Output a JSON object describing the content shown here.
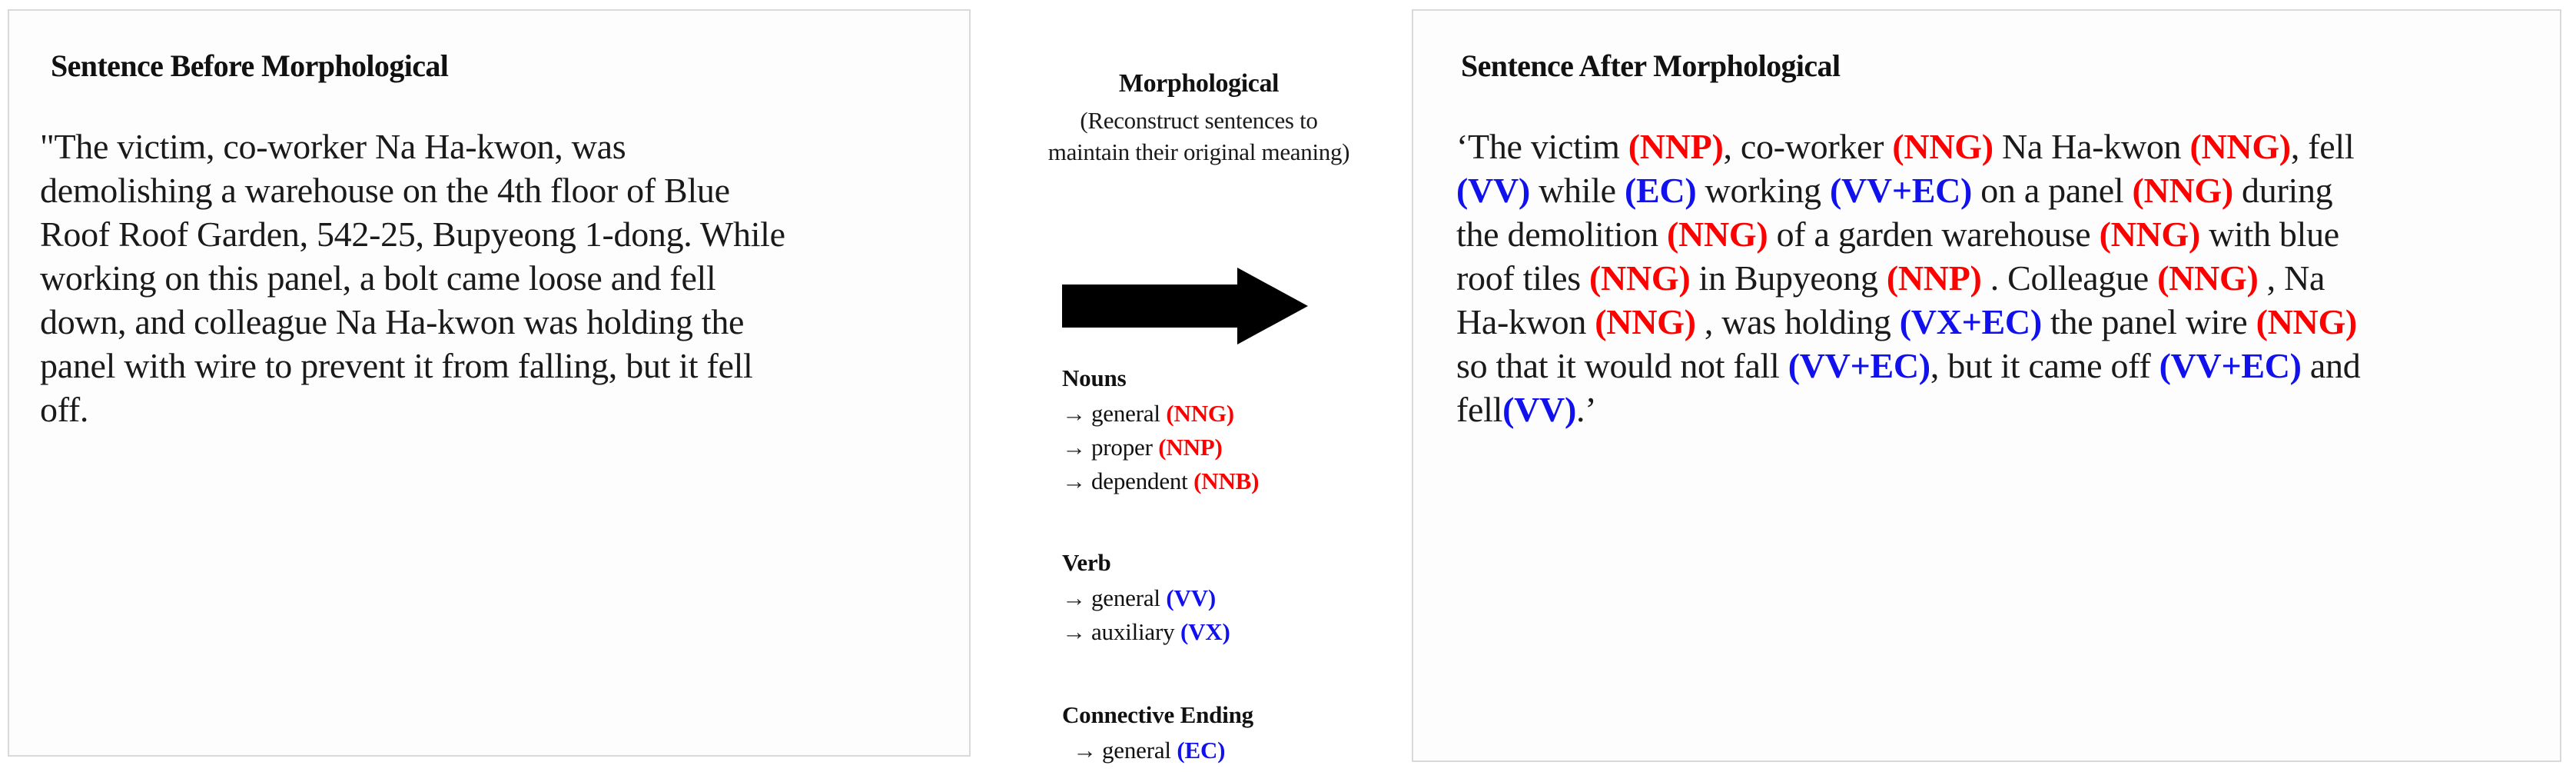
{
  "panel_before": {
    "heading": "Sentence Before Morphological",
    "lines": [
      "\"The victim, co-worker  Na Ha-kwon, was",
      "demolishing  a warehouse on the 4th floor of Blue",
      "Roof Roof Garden, 542-25, Bupyeong 1-dong. While",
      "working on this panel, a bolt came loose and fell",
      "down, and colleague Na Ha-kwon was holding the",
      "panel with wire to prevent it from falling, but it fell",
      "off."
    ],
    "full_text": "\"The victim, co-worker  Na Ha-kwon, was demolishing  a warehouse on the 4th floor of Blue Roof Roof Garden, 542-25, Bupyeong 1-dong. While working on this panel, a bolt came loose and fell down, and colleague Na Ha-kwon was holding the panel with wire to prevent it from falling, but it fell off."
  },
  "middle": {
    "title": "Morphological",
    "subtitle": "(Reconstruct sentences to maintain their original meaning)",
    "arrow_icon": "right-arrow-icon",
    "legend": [
      {
        "title": "Nouns",
        "items": [
          {
            "arrow": "→",
            "label": "general",
            "tag": "(NNG)",
            "tag_color": "#ff0000"
          },
          {
            "arrow": "→",
            "label": "proper",
            "tag": "(NNP)",
            "tag_color": "#ff0000"
          },
          {
            "arrow": "→",
            "label": "dependent",
            "tag": "(NNB)",
            "tag_color": "#ff0000"
          }
        ]
      },
      {
        "title": "Verb",
        "items": [
          {
            "arrow": "→",
            "label": "general",
            "tag": "(VV)",
            "tag_color": "#1111ee"
          },
          {
            "arrow": "→",
            "label": "auxiliary",
            "tag": "(VX)",
            "tag_color": "#1111ee"
          }
        ]
      },
      {
        "title": "Connective Ending",
        "items": [
          {
            "arrow": "→",
            "label": "general",
            "tag": "(EC)",
            "tag_color": "#1111ee"
          }
        ]
      }
    ]
  },
  "panel_after": {
    "heading": "Sentence After Morphological",
    "lines": [
      [
        {
          "t": "‘The victim ",
          "c": "plain"
        },
        {
          "t": "(NNP)",
          "c": "noun"
        },
        {
          "t": ", co-worker ",
          "c": "plain"
        },
        {
          "t": "(NNG)",
          "c": "noun"
        },
        {
          "t": " Na Ha-kwon ",
          "c": "plain"
        },
        {
          "t": "(NNG)",
          "c": "noun"
        },
        {
          "t": ", fell",
          "c": "plain"
        }
      ],
      [
        {
          "t": "(VV)",
          "c": "verb"
        },
        {
          "t": " while ",
          "c": "plain"
        },
        {
          "t": "(EC)",
          "c": "verb"
        },
        {
          "t": " working ",
          "c": "plain"
        },
        {
          "t": "(VV+EC)",
          "c": "verb"
        },
        {
          "t": " on a panel ",
          "c": "plain"
        },
        {
          "t": "(NNG)",
          "c": "noun"
        },
        {
          "t": " during",
          "c": "plain"
        }
      ],
      [
        {
          "t": "the demolition ",
          "c": "plain"
        },
        {
          "t": "(NNG)",
          "c": "noun"
        },
        {
          "t": " of a garden warehouse ",
          "c": "plain"
        },
        {
          "t": "(NNG)",
          "c": "noun"
        },
        {
          "t": " with blue",
          "c": "plain"
        }
      ],
      [
        {
          "t": "roof tiles ",
          "c": "plain"
        },
        {
          "t": "(NNG)",
          "c": "noun"
        },
        {
          "t": " in Bupyeong ",
          "c": "plain"
        },
        {
          "t": "(NNP)",
          "c": "noun"
        },
        {
          "t": " . Colleague ",
          "c": "plain"
        },
        {
          "t": "(NNG)",
          "c": "noun"
        },
        {
          "t": " , Na",
          "c": "plain"
        }
      ],
      [
        {
          "t": "Ha-kwon ",
          "c": "plain"
        },
        {
          "t": "(NNG)",
          "c": "noun"
        },
        {
          "t": " , was holding ",
          "c": "plain"
        },
        {
          "t": "(VX+EC)",
          "c": "verb"
        },
        {
          "t": " the panel wire ",
          "c": "plain"
        },
        {
          "t": "(NNG)",
          "c": "noun"
        }
      ],
      [
        {
          "t": "so that it would not fall ",
          "c": "plain"
        },
        {
          "t": "(VV+EC)",
          "c": "verb"
        },
        {
          "t": ", but it came off ",
          "c": "plain"
        },
        {
          "t": "(VV+EC)",
          "c": "verb"
        },
        {
          "t": " and",
          "c": "plain"
        }
      ],
      [
        {
          "t": "fell",
          "c": "plain"
        },
        {
          "t": "(VV)",
          "c": "verb"
        },
        {
          "t": ".’",
          "c": "plain"
        }
      ]
    ]
  },
  "colors": {
    "noun_tag": "#ff0000",
    "verb_tag": "#1111ee",
    "text": "#1a1a1a",
    "panel_border": "#d9d9d9",
    "arrow_fill": "#000000"
  }
}
